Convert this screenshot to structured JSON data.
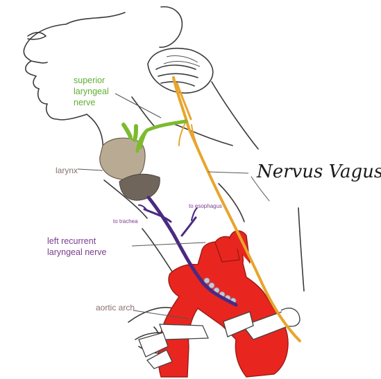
{
  "diagram": {
    "title": "Nervus Vagus",
    "labels": {
      "superior_laryngeal_nerve": [
        "superior",
        "laryngeal",
        "nerve"
      ],
      "larynx": "larynx",
      "to_trachea": "to trachea",
      "to_esophagus": "to esophagus",
      "left_recurrent_laryngeal_nerve": [
        "left recurrent",
        "laryngeal nerve"
      ],
      "aortic_arch": "aortic arch"
    },
    "colors": {
      "vagus_nerve": "#e8a52c",
      "superior_laryngeal_nerve": "#7cbb2e",
      "recurrent_laryngeal_nerve": "#4a2a82",
      "aorta": "#e8261f",
      "larynx": "#b9ab93",
      "outline": "#333333",
      "green_label": "#5fae32",
      "purple_label": "#7a3d8f",
      "grey_label": "#8a6f6f"
    }
  }
}
